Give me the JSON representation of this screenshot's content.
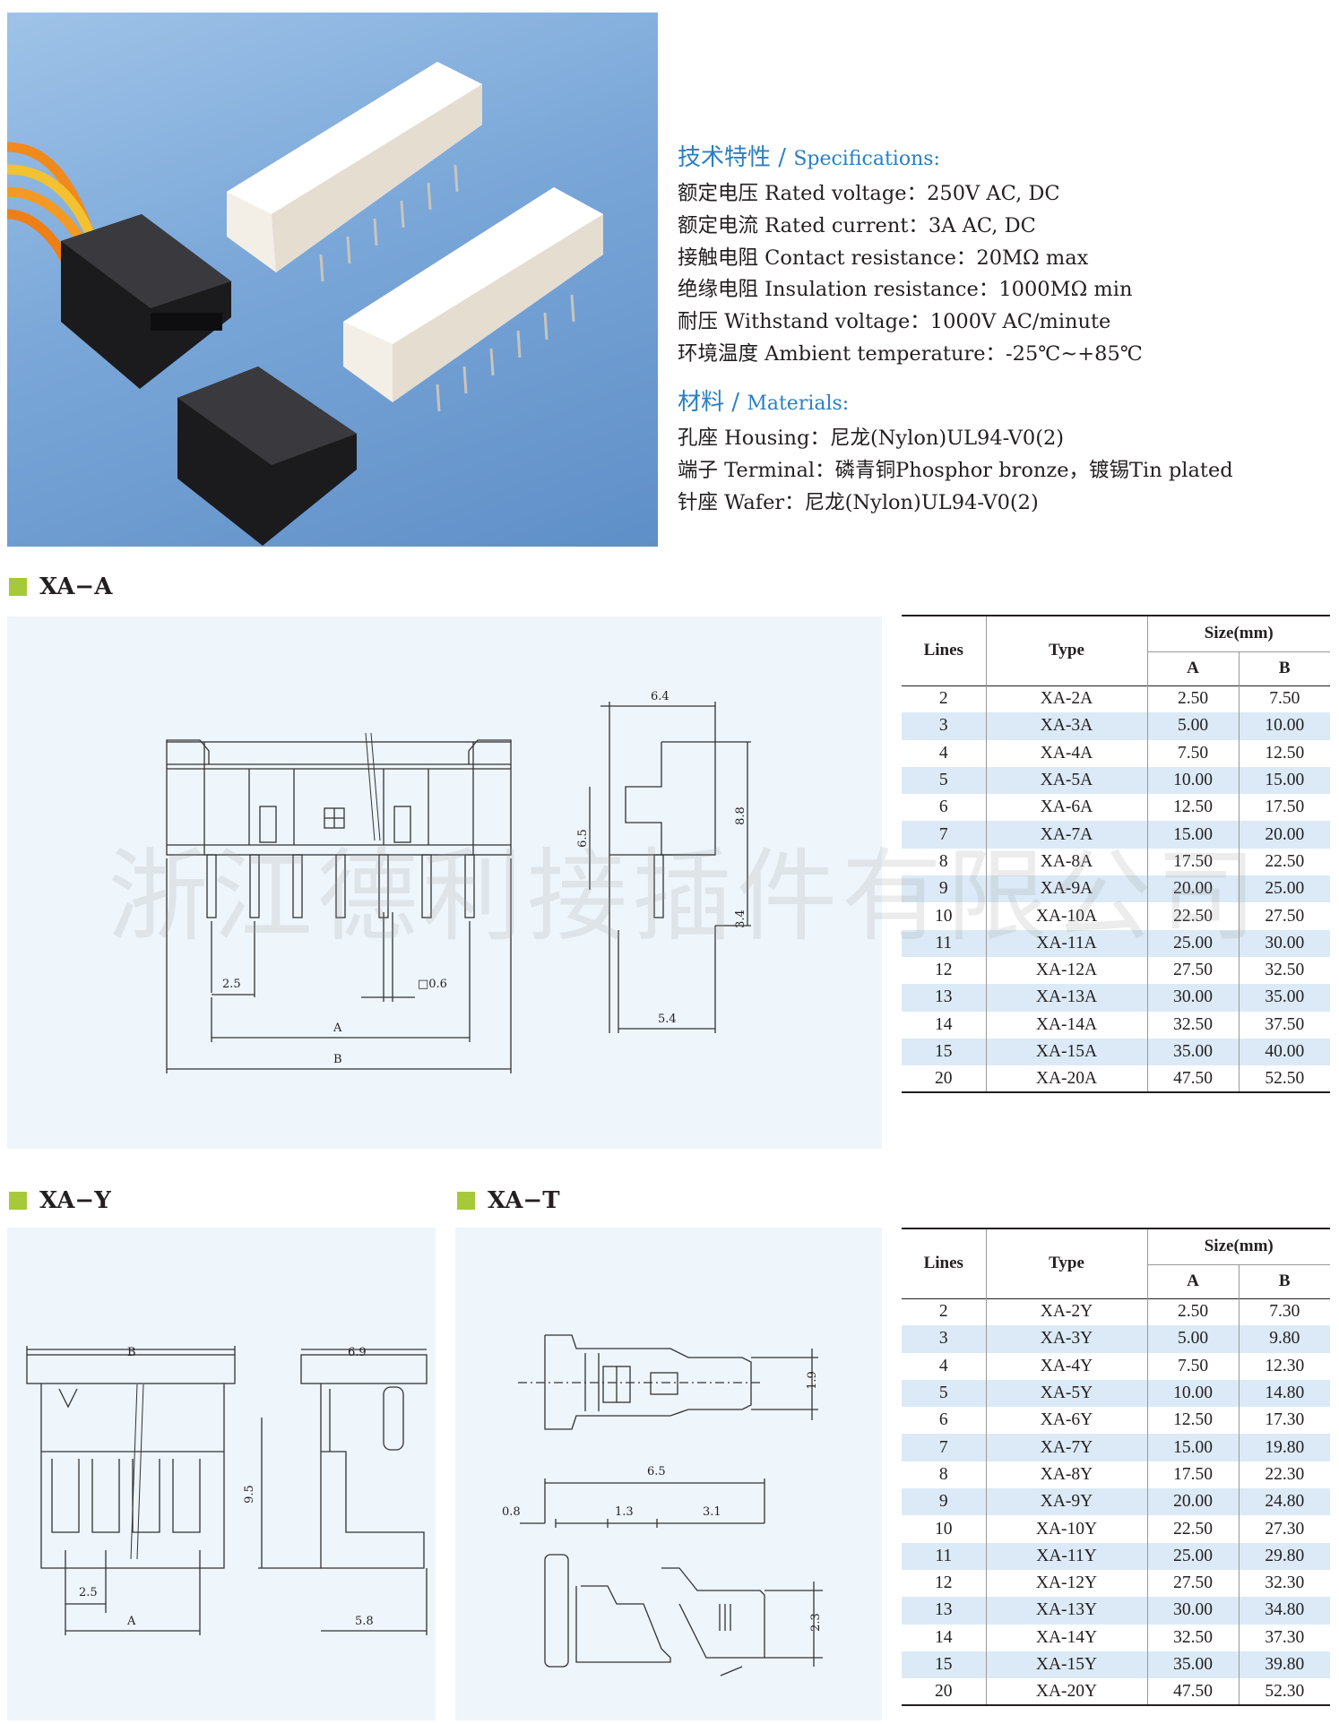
{
  "specs": {
    "heading_cn": "技术特性",
    "heading_en": "Specifications:",
    "lines": [
      "额定电压 Rated voltage：250V AC, DC",
      "额定电流 Rated current：3A AC, DC",
      "接触电阻 Contact resistance：20MΩ max",
      "绝缘电阻 Insulation resistance：1000MΩ min",
      "耐压 Withstand voltage：1000V AC/minute",
      "环境温度 Ambient temperature：-25℃~+85℃"
    ]
  },
  "materials": {
    "heading_cn": "材料",
    "heading_en": "Materials:",
    "lines": [
      "孔座 Housing：尼龙(Nylon)UL94-V0(2)",
      "端子 Terminal：磷青铜Phosphor bronze，镀锡Tin plated",
      "针座 Wafer：尼龙(Nylon)UL94-V0(2)"
    ]
  },
  "sections": {
    "xa_a": "XA−A",
    "xa_y": "XA−Y",
    "xa_t": "XA−T"
  },
  "watermark": "浙江德利接插件有限公司",
  "drawings": {
    "xa_a": {
      "d1": "6.4",
      "d2": "8.8",
      "d3": "6.5",
      "d4": "3.4",
      "d5": "5.4",
      "d6": "2.5",
      "d7": "□0.6",
      "d8": "A",
      "d9": "B"
    },
    "xa_y": {
      "d1": "B",
      "d2": "6.9",
      "d3": "9.5",
      "d4": "2.5",
      "d5": "A",
      "d6": "5.8"
    },
    "xa_t": {
      "d1": "1.9",
      "d2": "6.5",
      "d3": "0.8",
      "d4": "1.3",
      "d5": "3.1",
      "d6": "2.3"
    }
  },
  "table_headers": {
    "lines": "Lines",
    "type": "Type",
    "size": "Size(mm)",
    "a": "A",
    "b": "B"
  },
  "table_a": [
    [
      "2",
      "XA-2A",
      "2.50",
      "7.50"
    ],
    [
      "3",
      "XA-3A",
      "5.00",
      "10.00"
    ],
    [
      "4",
      "XA-4A",
      "7.50",
      "12.50"
    ],
    [
      "5",
      "XA-5A",
      "10.00",
      "15.00"
    ],
    [
      "6",
      "XA-6A",
      "12.50",
      "17.50"
    ],
    [
      "7",
      "XA-7A",
      "15.00",
      "20.00"
    ],
    [
      "8",
      "XA-8A",
      "17.50",
      "22.50"
    ],
    [
      "9",
      "XA-9A",
      "20.00",
      "25.00"
    ],
    [
      "10",
      "XA-10A",
      "22.50",
      "27.50"
    ],
    [
      "11",
      "XA-11A",
      "25.00",
      "30.00"
    ],
    [
      "12",
      "XA-12A",
      "27.50",
      "32.50"
    ],
    [
      "13",
      "XA-13A",
      "30.00",
      "35.00"
    ],
    [
      "14",
      "XA-14A",
      "32.50",
      "37.50"
    ],
    [
      "15",
      "XA-15A",
      "35.00",
      "40.00"
    ],
    [
      "20",
      "XA-20A",
      "47.50",
      "52.50"
    ]
  ],
  "table_y": [
    [
      "2",
      "XA-2Y",
      "2.50",
      "7.30"
    ],
    [
      "3",
      "XA-3Y",
      "5.00",
      "9.80"
    ],
    [
      "4",
      "XA-4Y",
      "7.50",
      "12.30"
    ],
    [
      "5",
      "XA-5Y",
      "10.00",
      "14.80"
    ],
    [
      "6",
      "XA-6Y",
      "12.50",
      "17.30"
    ],
    [
      "7",
      "XA-7Y",
      "15.00",
      "19.80"
    ],
    [
      "8",
      "XA-8Y",
      "17.50",
      "22.30"
    ],
    [
      "9",
      "XA-9Y",
      "20.00",
      "24.80"
    ],
    [
      "10",
      "XA-10Y",
      "22.50",
      "27.30"
    ],
    [
      "11",
      "XA-11Y",
      "25.00",
      "29.80"
    ],
    [
      "12",
      "XA-12Y",
      "27.50",
      "32.30"
    ],
    [
      "13",
      "XA-13Y",
      "30.00",
      "34.80"
    ],
    [
      "14",
      "XA-14Y",
      "32.50",
      "37.30"
    ],
    [
      "15",
      "XA-15Y",
      "35.00",
      "39.80"
    ],
    [
      "20",
      "XA-20Y",
      "47.50",
      "52.30"
    ]
  ]
}
